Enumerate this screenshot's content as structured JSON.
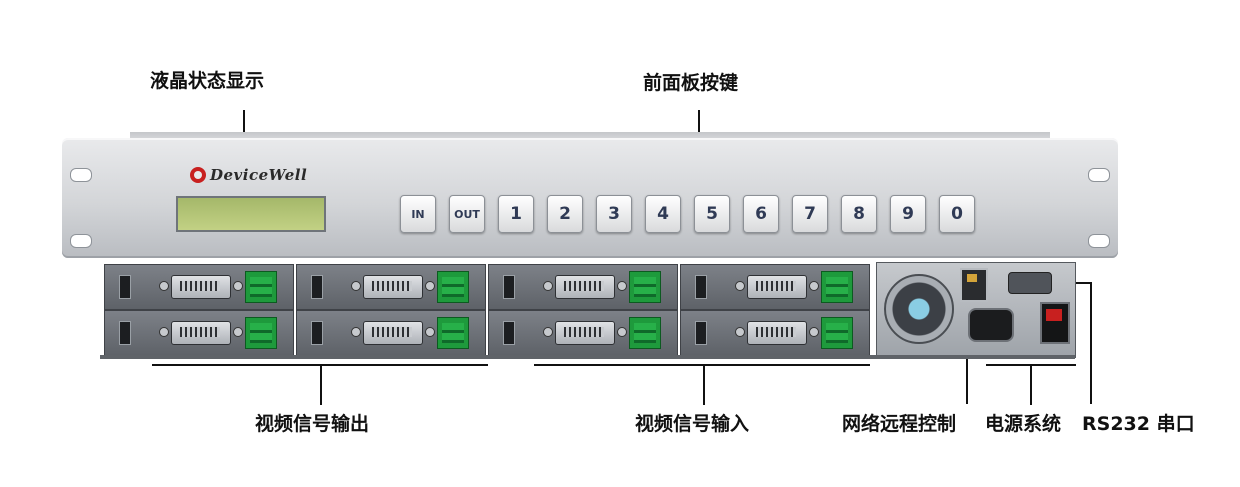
{
  "labels": {
    "lcd_display": "液晶状态显示",
    "front_panel_keys": "前面板按键",
    "video_output": "视频信号输出",
    "video_input": "视频信号输入",
    "network_control": "网络远程控制",
    "power_system": "电源系统",
    "rs232_port": "RS232 串口"
  },
  "brand": "DeviceWell",
  "keys": [
    "IN",
    "OUT",
    "1",
    "2",
    "3",
    "4",
    "5",
    "6",
    "7",
    "8",
    "9",
    "0"
  ],
  "colors": {
    "text": "#111111",
    "lcd": "#b3c577",
    "terminal": "#1e9a3c",
    "logo_red": "#c8201f"
  }
}
